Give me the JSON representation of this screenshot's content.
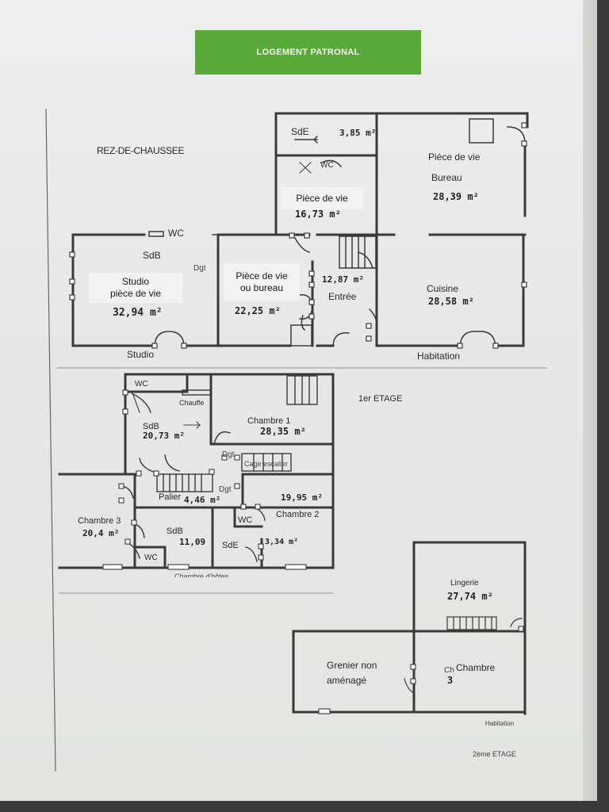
{
  "banner": {
    "title": "LOGEMENT PATRONAL"
  },
  "ground_floor": {
    "label": "REZ-DE-CHAUSSEE",
    "rooms": {
      "sde": "SdE",
      "sde_area": "3,85 m²",
      "wc_top": "WC",
      "piece_vie_center": "Pièce de vie",
      "piece_vie_center_area": "16,73 m²",
      "piece_vie_right": "Pièce de vie",
      "bureau": "Bureau",
      "bureau_area": "28,39 m²",
      "studio_wc": "WC",
      "studio_sdb": "SdB",
      "studio_dgt": "Dgt",
      "studio_box": "Studio\npièce de vie",
      "studio_area": "32,94 m²",
      "piece_vie_bureau_box": "Pièce de vie\nou bureau",
      "piece_vie_bureau_area": "22,25 m²",
      "entree_area": "12,87 m²",
      "entree": "Entrée",
      "cuisine": "Cuisine",
      "cuisine_area": "28,58 m²",
      "studio_label": "Studio",
      "habitation_label": "Habitation"
    }
  },
  "first_floor": {
    "label": "1er ETAGE",
    "rooms": {
      "wc": "WC",
      "chauffe": "Chauffe",
      "chambre1": "Chambre 1",
      "chambre1_area": "28,35 m²",
      "sdb": "SdB",
      "sdb_area": "20,73 m²",
      "dgt_a": "Dgt",
      "dgt_b": "Dgt",
      "palier": "Palier",
      "palier_area": "4,46 m²",
      "stairs_note": "Cage escalier",
      "chambre2_area": "19,95 m²",
      "chambre2": "Chambre 2",
      "wc2": "WC",
      "chambre3": "Chambre 3",
      "chambre3_area": "20,4 m²",
      "sdb2": "SdB",
      "sdb2_area": "11,09",
      "wc3": "WC",
      "sde": "SdE",
      "sde_area": "3,34 m²",
      "bottom_note": "Chambre d'hôtes"
    }
  },
  "second_floor": {
    "rooms": {
      "lingerie": "Lingerie",
      "lingerie_area": "27,74 m²",
      "grenier": "Grenier non\naménagé",
      "ch": "Ch",
      "chambre": "Chambre",
      "chambre_num": "3",
      "habitation": "Habitation",
      "label": "2ème ETAGE"
    }
  }
}
